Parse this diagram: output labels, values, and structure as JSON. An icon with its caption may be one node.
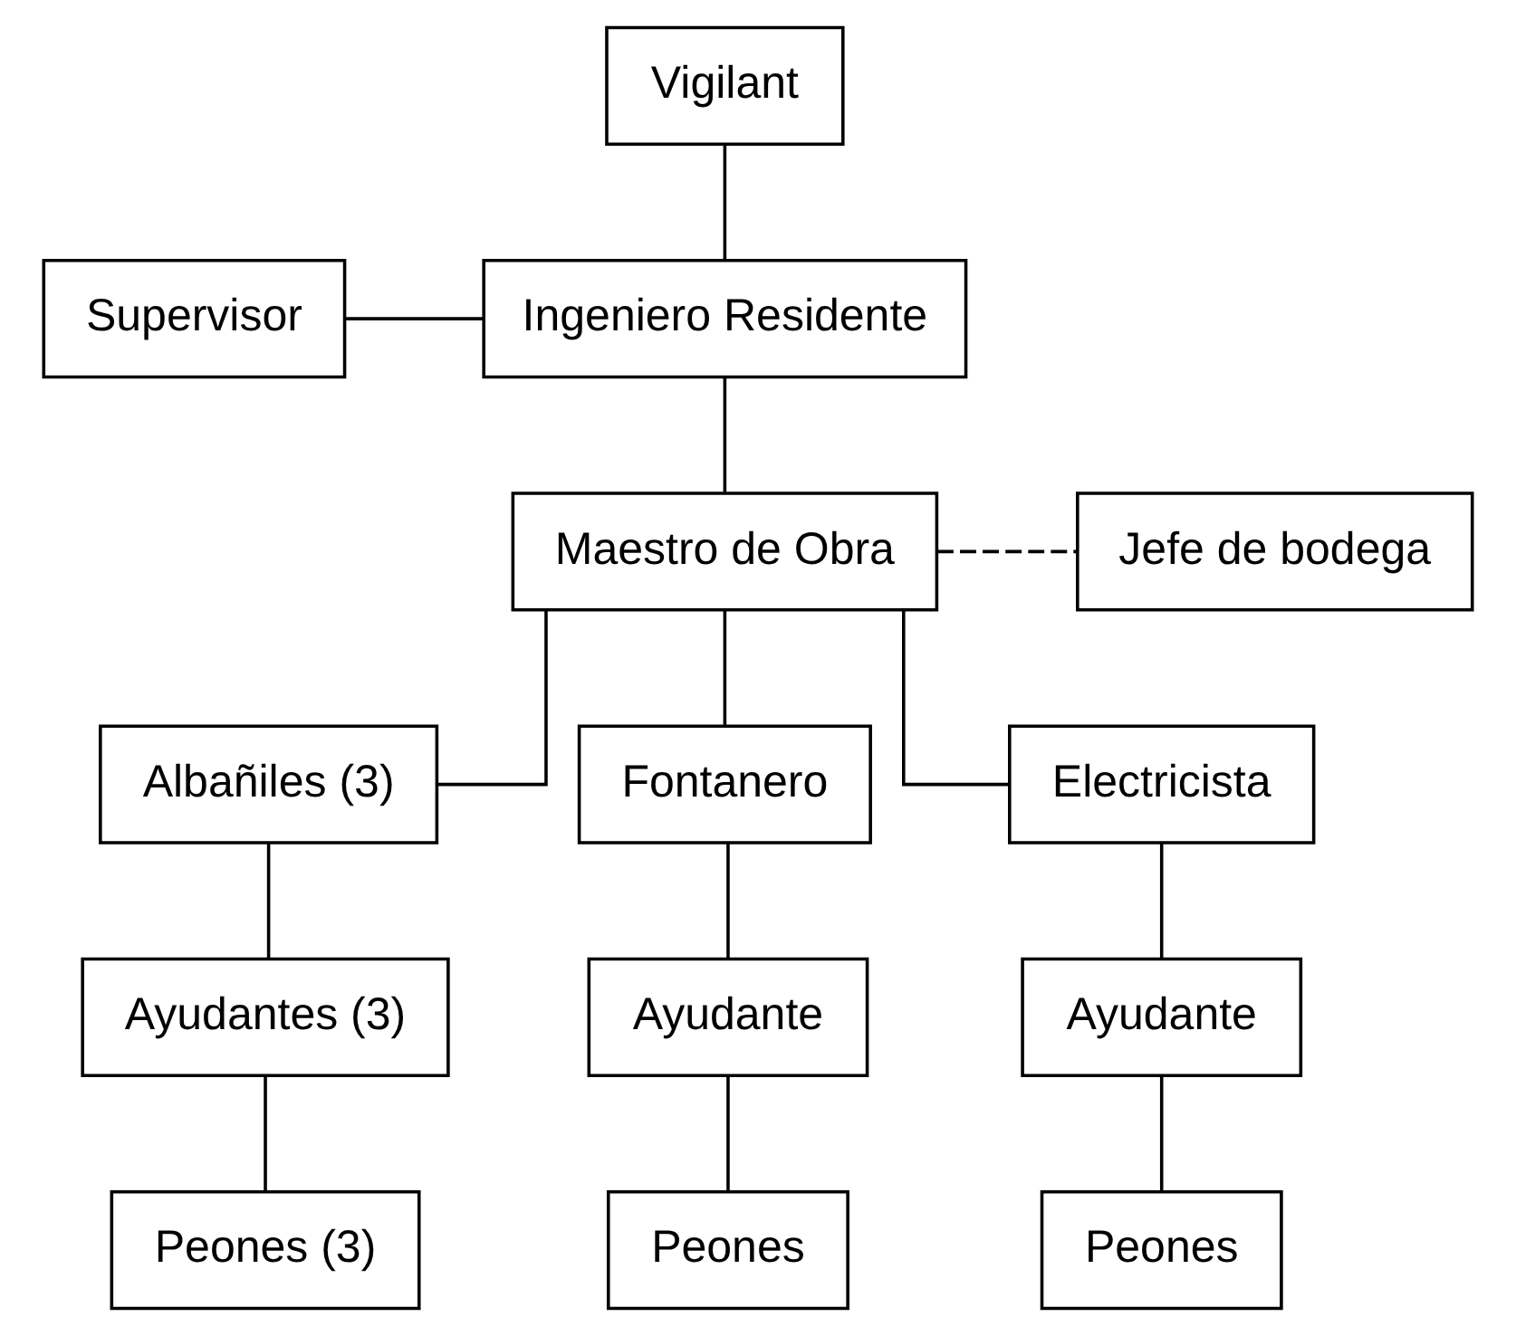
{
  "diagram": {
    "nodes": [
      {
        "text": [
          "Supervisor"
        ]
      },
      {
        "text": [
          "Ingeniero Residente"
        ]
      },
      {
        "text": [
          "Vigilant"
        ]
      },
      {
        "text": [
          "Maestro de Obra"
        ]
      },
      {
        "text": [
          "Jefe de bodega"
        ]
      },
      {
        "text": [
          "Albañiles (3)"
        ]
      },
      {
        "text": [
          "Fontanero"
        ]
      },
      {
        "text": [
          "Electricista"
        ]
      },
      {
        "text": [
          "Ayudantes (3)"
        ]
      },
      {
        "text": [
          "Ayudante"
        ]
      },
      {
        "text": [
          "Ayudante"
        ]
      },
      {
        "text": [
          "Peones (3)"
        ]
      },
      {
        "text": [
          "Peones"
        ]
      },
      {
        "text": [
          "Peones"
        ]
      }
    ],
    "edges": [
      {
        "from": 0,
        "to": 1,
        "arrow": "none"
      },
      {
        "from": 1,
        "to": 3,
        "arrow": "none"
      },
      {
        "from": 2,
        "to": 1,
        "arrow": "none"
      },
      {
        "from": 3,
        "to": 4,
        "arrow": "none",
        "style": "dashed"
      },
      {
        "from": 3,
        "to": 5,
        "arrow": "none"
      },
      {
        "from": 3,
        "to": 6,
        "arrow": "none"
      },
      {
        "from": 3,
        "to": 7,
        "arrow": "none"
      },
      {
        "from": 5,
        "to": 8,
        "arrow": "none"
      },
      {
        "from": 8,
        "to": 11,
        "arrow": "none"
      },
      {
        "from": 6,
        "to": 9,
        "arrow": "none"
      },
      {
        "from": 9,
        "to": 12,
        "arrow": "none"
      },
      {
        "from": 7,
        "to": 10,
        "arrow": "none"
      },
      {
        "from": 10,
        "to": 13,
        "arrow": "none"
      }
    ]
  }
}
